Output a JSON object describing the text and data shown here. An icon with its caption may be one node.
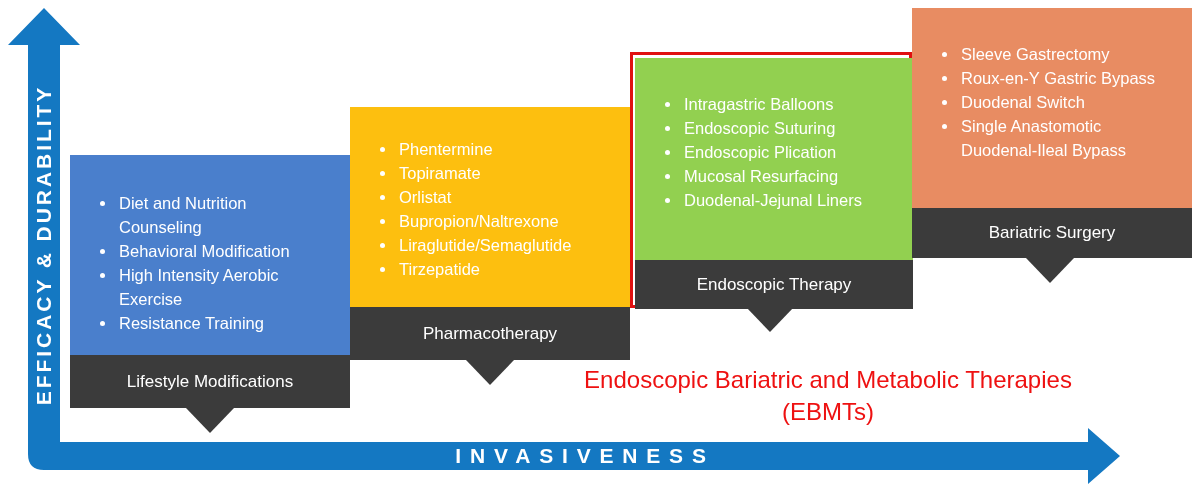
{
  "diagram": {
    "nodes": [
      {
        "text": [
          "Diet and Nutrition Counseling",
          "Behavioral Modification",
          "High Intensity Aerobic Exercise",
          "Resistance Training"
        ]
      },
      {
        "text": [
          "Lifestyle Modifications"
        ]
      },
      {
        "text": [
          "Phentermine",
          "Topiramate",
          "Orlistat",
          "Bupropion/Naltrexone",
          "Liraglutide/Semaglutide",
          "Tirzepatide"
        ]
      },
      {
        "text": [
          "Pharmacotherapy"
        ]
      },
      {
        "text": [],
        "shape": "box"
      },
      {
        "text": [
          "Intragastric Balloons",
          "Endoscopic Suturing",
          "Endoscopic Plication",
          "Mucosal Resurfacing",
          "Duodenal-Jejunal Liners"
        ],
        "in": 4
      },
      {
        "text": [
          "Endoscopic Therapy"
        ],
        "in": 4
      },
      {
        "text": [
          "Sleeve Gastrectomy",
          "Roux-en-Y Gastric Bypass",
          "Duodenal Switch",
          "Single Anastomotic Duodenal-Ileal Bypass"
        ]
      },
      {
        "text": [
          "Bariatric Surgery"
        ]
      }
    ],
    "edges": [],
    "labels": [
      "EFFICACY & DURABILITY",
      "INVASIVENESS",
      "Endoscopic Bariatric and Metabolic Therapies (EBMTs)"
    ]
  }
}
